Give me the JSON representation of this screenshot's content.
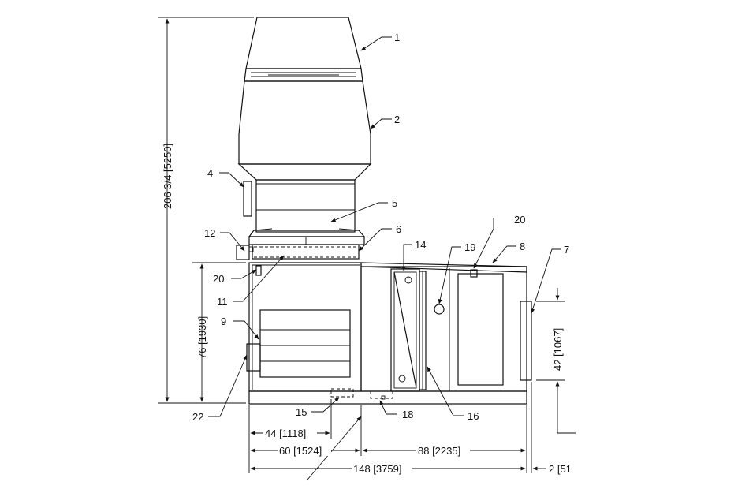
{
  "callouts": {
    "c1": "1",
    "c2": "2",
    "c4": "4",
    "c5": "5",
    "c6": "6",
    "c7": "7",
    "c8": "8",
    "c9": "9",
    "c11": "11",
    "c12": "12",
    "c14": "14",
    "c15": "15",
    "c16": "16",
    "c18": "18",
    "c19": "19",
    "c20a": "20",
    "c20b": "20",
    "c22": "22"
  },
  "dimensions": {
    "overall_height": "206 3/4 [5250]",
    "base_height": "76 [1930]",
    "side_height": "42 [1067]",
    "dim_44": "44 [1118]",
    "dim_60": "60 [1524]",
    "dim_88": "88 [2235]",
    "dim_148": "148 [3759]",
    "dim_2": "2 [51"
  }
}
